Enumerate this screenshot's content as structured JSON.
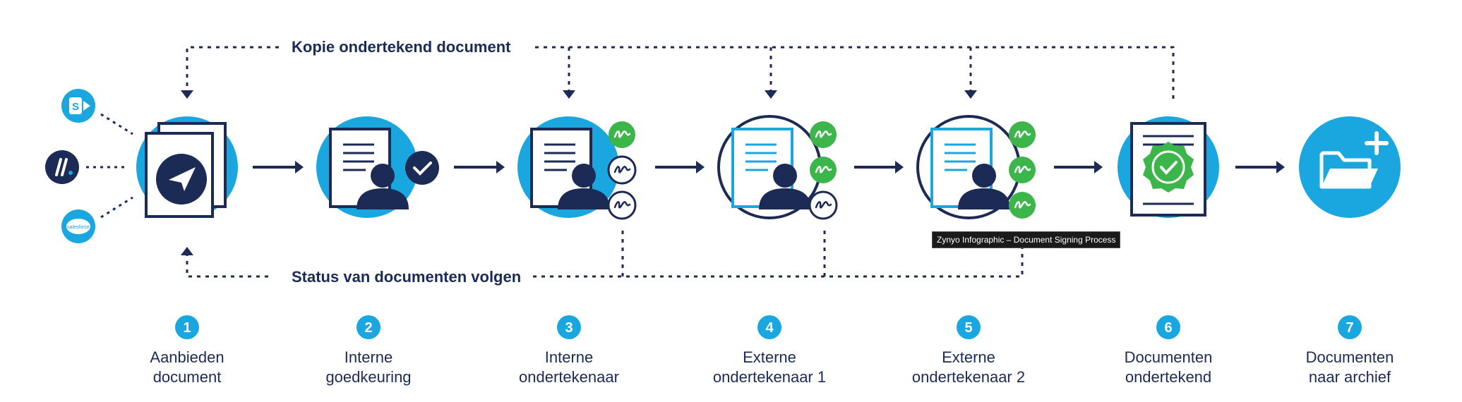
{
  "colors": {
    "navy": "#1c2b55",
    "blue": "#1aa6df",
    "green": "#3cb54a",
    "white": "#ffffff"
  },
  "flows": {
    "copy_label": "Kopie ondertekend document",
    "status_label": "Status van documenten volgen"
  },
  "sources": [
    {
      "icon": "sharepoint-icon",
      "glyph": "S"
    },
    {
      "icon": "monday-icon",
      "glyph": "//"
    },
    {
      "icon": "salesforce-icon",
      "glyph": "salesforce"
    }
  ],
  "steps": [
    {
      "number": "1",
      "line1": "Aanbieden",
      "line2": "document",
      "icon": "send-document-icon"
    },
    {
      "number": "2",
      "line1": "Interne",
      "line2": "goedkeuring",
      "icon": "approve-document-icon"
    },
    {
      "number": "3",
      "line1": "Interne",
      "line2": "ondertekenaar",
      "icon": "internal-signer-icon"
    },
    {
      "number": "4",
      "line1": "Externe",
      "line2": "ondertekenaar 1",
      "icon": "external-signer-icon"
    },
    {
      "number": "5",
      "line1": "Externe",
      "line2": "ondertekenaar 2",
      "icon": "external-signer-icon"
    },
    {
      "number": "6",
      "line1": "Documenten",
      "line2": "ondertekend",
      "icon": "signed-document-icon"
    },
    {
      "number": "7",
      "line1": "Documenten",
      "line2": "naar archief",
      "icon": "archive-folder-icon"
    }
  ],
  "tooltip": "Zynyo Infographic – Document Signing Process"
}
